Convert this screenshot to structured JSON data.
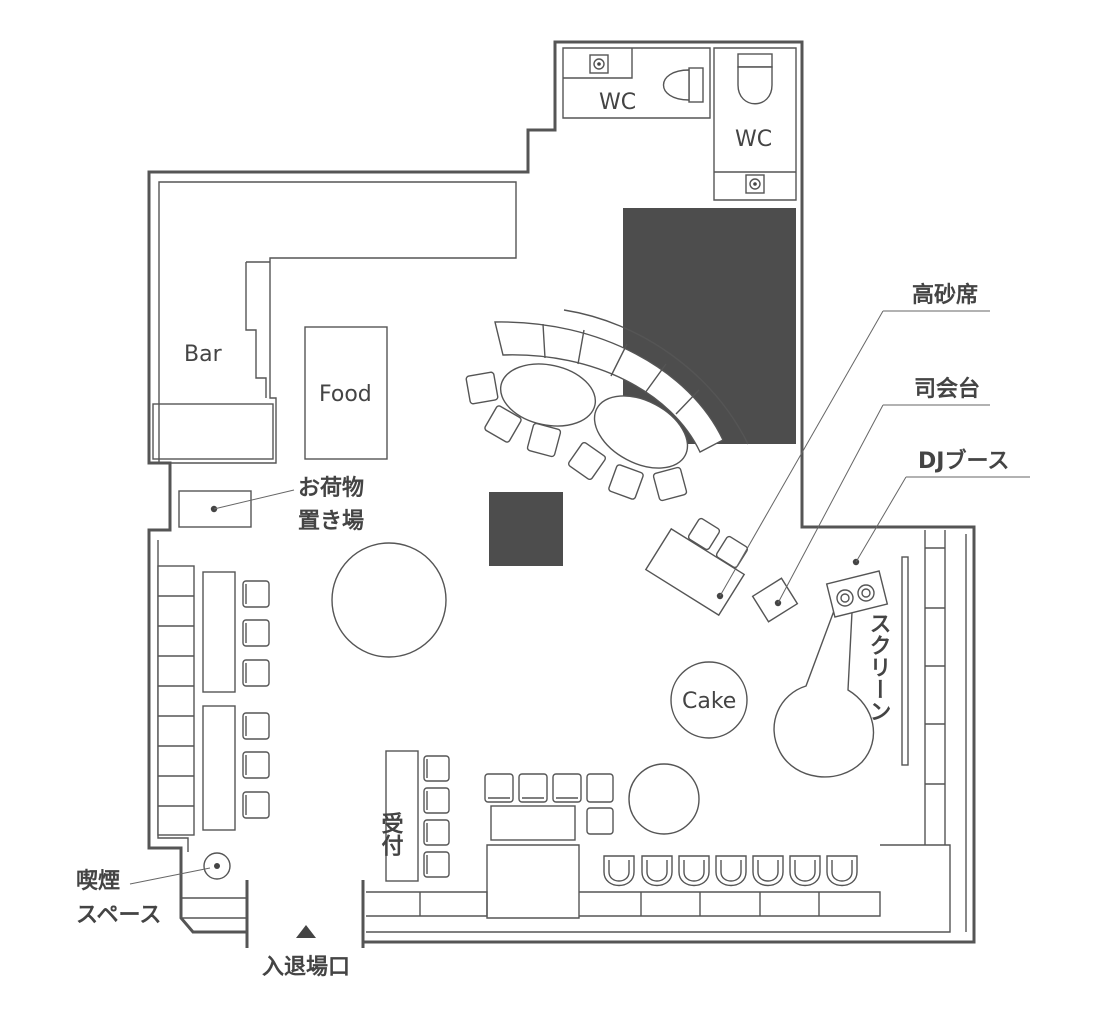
{
  "labels": {
    "wc_1": "WC",
    "wc_2": "WC",
    "bar": "Bar",
    "food": "Food",
    "cake": "Cake",
    "reception": "受付",
    "luggage_line1": "お荷物",
    "luggage_line2": "置き場",
    "smoking_line1": "喫煙",
    "smoking_line2": "スペース",
    "entrance": "入退場口",
    "head_table": "高砂席",
    "mc_podium": "司会台",
    "dj_booth": "DJブース",
    "screen": "スクリーン"
  },
  "colors": {
    "line": "#555555",
    "dark_area": "#4d4d4d",
    "background": "#ffffff"
  },
  "icons": {
    "entrance_marker": "triangle-up-icon",
    "toilet": "toilet-icon",
    "sink": "sink-icon",
    "ashtray": "ashtray-icon",
    "speaker": "speaker-icon"
  }
}
